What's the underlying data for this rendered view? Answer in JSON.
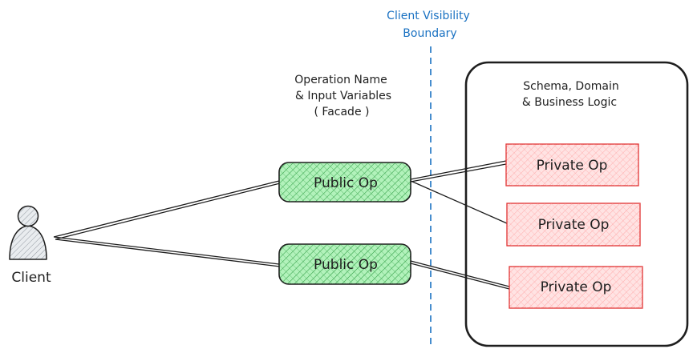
{
  "client": {
    "label": "Client"
  },
  "boundary": {
    "line1": "Client Visibility",
    "line2": "Boundary"
  },
  "facade_note": {
    "line1": "Operation Name",
    "line2": "& Input Variables",
    "line3": "( Facade )"
  },
  "schema_note": {
    "line1": "Schema, Domain",
    "line2": "& Business Logic"
  },
  "public_ops": [
    {
      "label": "Public Op"
    },
    {
      "label": "Public Op"
    }
  ],
  "private_ops": [
    {
      "label": "Private Op"
    },
    {
      "label": "Private Op"
    },
    {
      "label": "Private Op"
    }
  ],
  "colors": {
    "public_fill": "#b2f2bb",
    "public_hatch": "#2f9e44",
    "private_fill": "#ffc9c9",
    "private_hatch": "#e03131",
    "stroke": "#1e1e1e",
    "boundary": "#1971c2",
    "person_fill": "#ced4da"
  }
}
